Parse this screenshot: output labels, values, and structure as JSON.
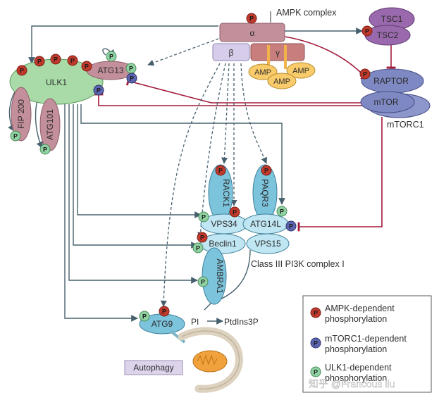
{
  "title": "AMPK complex",
  "ampk": {
    "alpha": "α",
    "beta": "β",
    "gamma": "γ",
    "amp": [
      "AMP",
      "AMP",
      "AMP"
    ]
  },
  "tsc": [
    "TSC1",
    "TSC2"
  ],
  "mtorc1": {
    "raptor": "RAPTOR",
    "mtor": "mTOR",
    "label": "mTORC1"
  },
  "ulk1": {
    "name": "ULK1",
    "atg13": "ATG13",
    "fip200": "FIP 200",
    "atg101": "ATG101"
  },
  "pi3k": {
    "rack1": "RACK1",
    "vps34": "VPS34",
    "paqr3": "PAQR3",
    "atg14l": "ATG14L",
    "beclin1": "Beclin1",
    "vps15": "VPS15",
    "ambra1": "AMBRA1",
    "caption": "Class III PI3K complex I"
  },
  "atg9": "ATG9",
  "reaction": {
    "pi": "PI",
    "product": "PtdIns3P"
  },
  "autophagy": "Autophagy",
  "legend": [
    {
      "color": "#c0392b",
      "line1": "AMPK-dependent",
      "line2": "phosphorylation"
    },
    {
      "color": "#5c65b0",
      "line1": "mTORC1-dependent",
      "line2": "phosphorylation"
    },
    {
      "color": "#8fd3a2",
      "line1": "ULK1-dependent",
      "line2": "phosphorylation"
    }
  ],
  "phospho_label": "P",
  "watermark": "知乎 @Francous liu",
  "colors": {
    "ampk": "#c28f9b",
    "tsc": "#9a69ad",
    "mtor": "#7e88c2",
    "ulk1": "#a9dba8",
    "pi3k": "#7cc3dc",
    "inhibition": "#a31a3a"
  }
}
